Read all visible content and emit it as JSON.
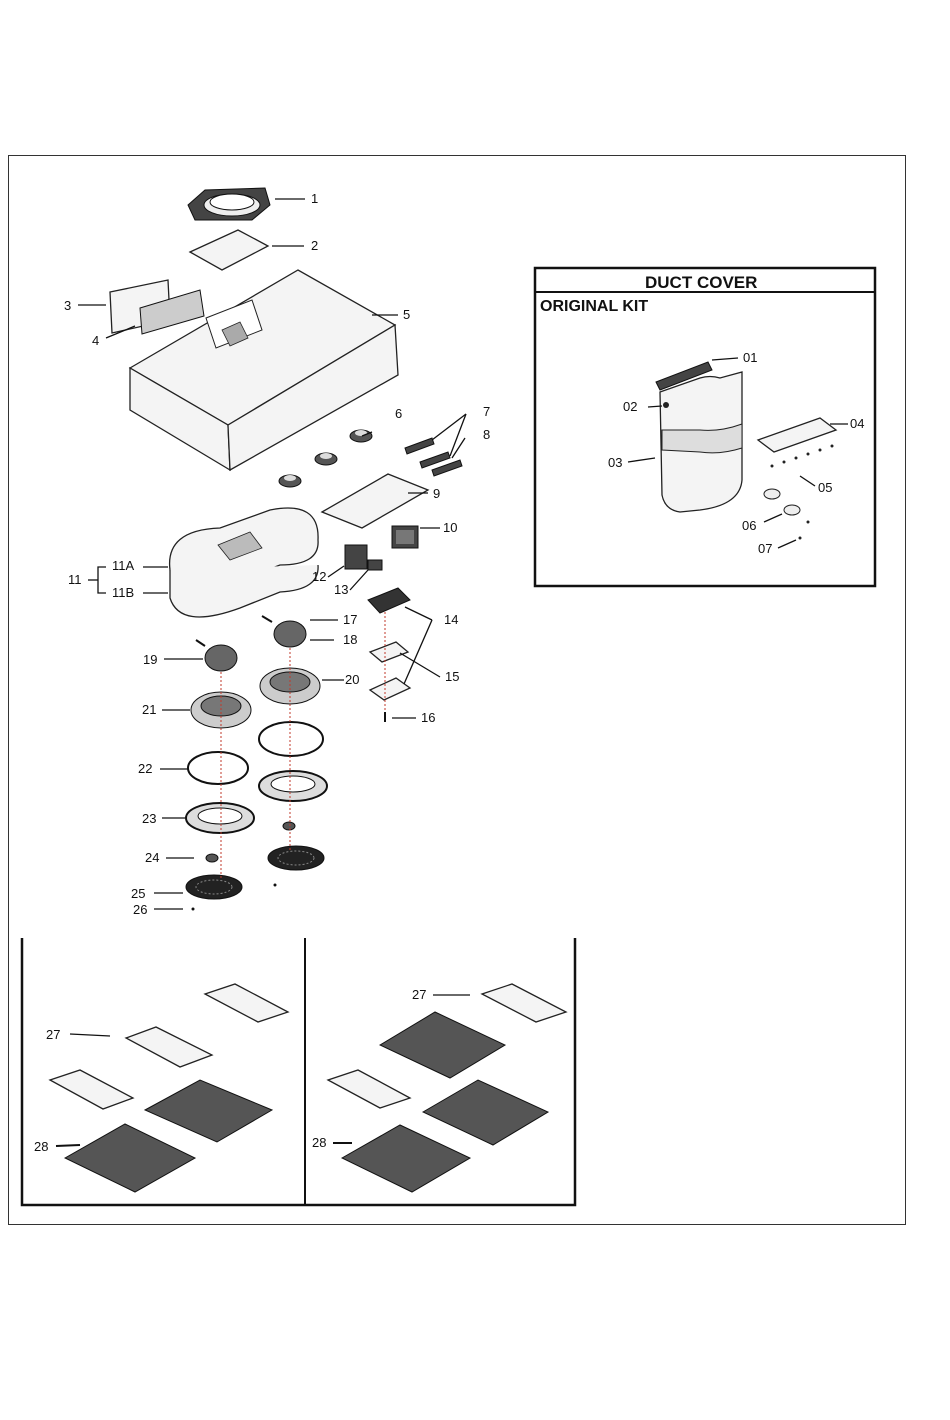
{
  "duct_cover_kit": {
    "title": "DUCT COVER",
    "subtitle": "ORIGINAL KIT",
    "labels": [
      "01",
      "02",
      "03",
      "04",
      "05",
      "06",
      "07"
    ]
  },
  "main_assembly": {
    "labels": [
      "1",
      "2",
      "3",
      "4",
      "5",
      "6",
      "7",
      "8",
      "9",
      "10",
      "11",
      "11A",
      "11B",
      "12",
      "13",
      "14",
      "15",
      "16",
      "17",
      "18",
      "19",
      "20",
      "21",
      "22",
      "23",
      "24",
      "25",
      "26"
    ]
  },
  "filter_panels": {
    "left": {
      "labels": [
        "27",
        "28"
      ]
    },
    "right": {
      "labels": [
        "27",
        "28"
      ]
    }
  }
}
